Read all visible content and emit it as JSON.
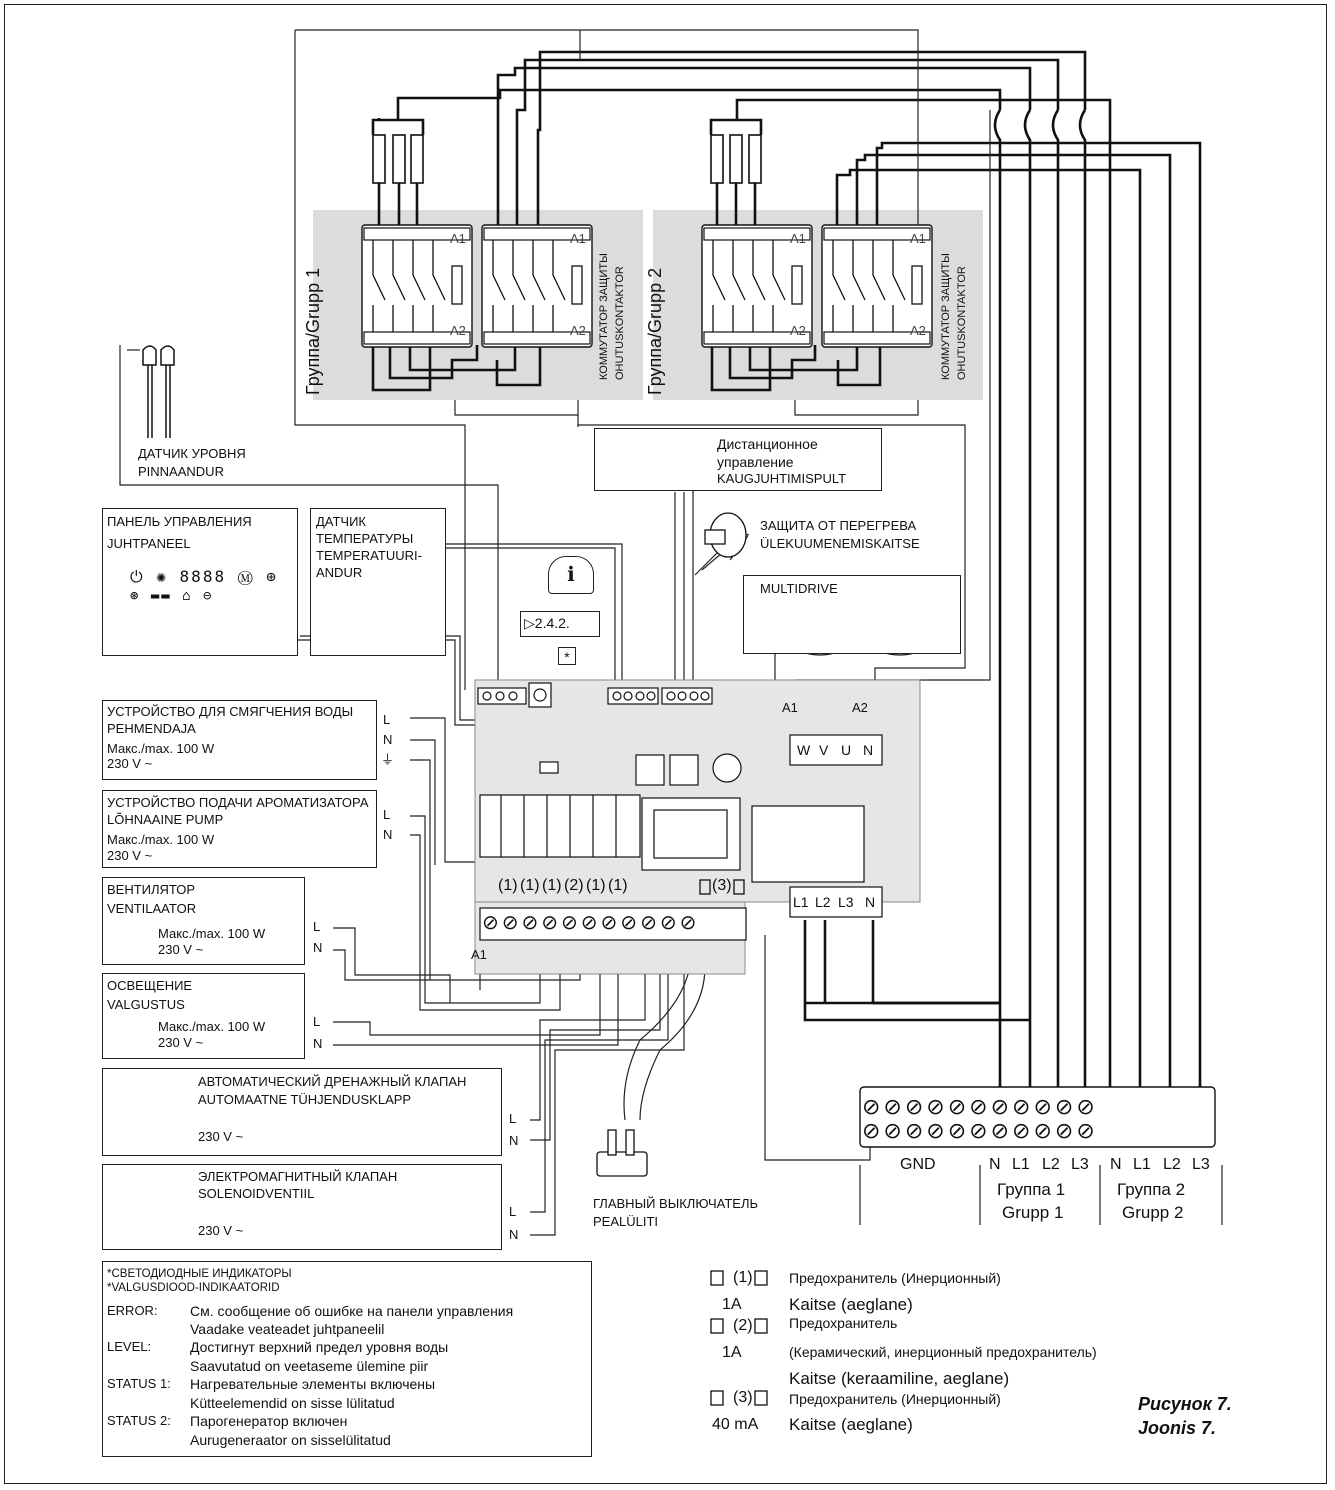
{
  "group1": {
    "label": "Группа/Grupp 1",
    "safety_label_1": "КОММУТАТОР ЗАЩИТЫ",
    "safety_label_2": "OHUTUSKONTAKTOR"
  },
  "group2": {
    "label": "Группа/Grupp 2",
    "safety_label_1": "КОММУТАТОР ЗАЩИТЫ",
    "safety_label_2": "OHUTUSKONTAKTOR"
  },
  "contactor_terminals": {
    "a1": "A1",
    "a2": "A2"
  },
  "level_sensor": {
    "label_ru": "ДАТЧИК УРОВНЯ",
    "label_et": "PINNAANDUR"
  },
  "remote_control": {
    "line1": "Дистанционное",
    "line2": "управление",
    "line3": "KAUGJUHTIMISPULT"
  },
  "overheat": {
    "label_ru": "ЗАЩИТА ОТ ПЕРЕГРЕВА",
    "label_et": "ÜLEKUUMENEMISKAITSE"
  },
  "control_panel": {
    "label_ru": "ПАНЕЛЬ УПРАВЛЕНИЯ",
    "label_et": "JUHTPANEEL"
  },
  "temp_sensor": {
    "line1": "ДАТЧИК",
    "line2": "ТЕМПЕРАТУРЫ",
    "line3": "TEMPERATUURI-",
    "line4": "ANDUR"
  },
  "manual_ref": "2.4.2.",
  "asterisk": "*",
  "multidrive": "MULTIDRIVE",
  "board": {
    "a1_top": "A1",
    "a2_top": "A2",
    "a1_bottom": "A1",
    "motor_terminals": [
      "W",
      "V",
      "U",
      "N"
    ],
    "supply_terminals": [
      "L1",
      "L2",
      "L3",
      "N"
    ]
  },
  "fuses_on_board": [
    "1",
    "1",
    "1",
    "2",
    "1",
    "1"
  ],
  "fuse3": "3",
  "softener": {
    "line1": "УСТРОЙСТВО ДЛЯ СМЯГЧЕНИЯ ВОДЫ",
    "line2": "PEHMENDAJA",
    "line3": "Макс./max. 100 W",
    "line4": "230 V ~",
    "terminals": [
      "L",
      "N",
      "⏚"
    ]
  },
  "aroma": {
    "line1": "УСТРОЙСТВО ПОДАЧИ АРОМАТИЗАТОРА",
    "line2": "LÕHNAAINE PUMP",
    "line3": "Макс./max. 100 W",
    "line4": "230 V ~",
    "terminals": [
      "L",
      "N"
    ]
  },
  "fan": {
    "line1": "ВЕНТИЛЯТОР",
    "line2": "VENTILAATOR",
    "line3": "Макс./max. 100 W",
    "line4": "230 V ~",
    "terminals": [
      "L",
      "N"
    ]
  },
  "lighting": {
    "line1": "ОСВЕЩЕНИЕ",
    "line2": "VALGUSTUS",
    "line3": "Макс./max. 100 W",
    "line4": "230 V ~",
    "terminals": [
      "L",
      "N"
    ]
  },
  "drain_valve": {
    "line1": "АВТОМАТИЧЕСКИЙ ДРЕНАЖНЫЙ КЛАПАН",
    "line2": "AUTOMAATNE TÜHJENDUSKLAPP",
    "line3": "230 V ~",
    "terminals": [
      "L",
      "N"
    ]
  },
  "solenoid": {
    "line1": "ЭЛЕКТРОМАГНИТНЫЙ КЛАПАН",
    "line2": "SOLENOIDVENTIIL",
    "line3": "230 V ~",
    "terminals": [
      "L",
      "N"
    ]
  },
  "main_switch": {
    "label_ru": "ГЛАВНЫЙ ВЫКЛЮЧАТЕЛЬ",
    "label_et": "PEALÜLITI"
  },
  "terminal_strip": {
    "gnd": "GND",
    "group1_terms": [
      "N",
      "L1",
      "L2",
      "L3"
    ],
    "group2_terms": [
      "N",
      "L1",
      "L2",
      "L3"
    ],
    "group1_ru": "Группа 1",
    "group1_et": "Grupp 1",
    "group2_ru": "Группа 2",
    "group2_et": "Grupp 2"
  },
  "led_legend": {
    "title_ru": "*СВЕТОДИОДНЫЕ ИНДИКАТОРЫ",
    "title_et": "*VALGUSDIOOD-INDIKAATORID",
    "rows": [
      {
        "key": "ERROR:",
        "ru": "См. сообщение об ошибке на панели управления",
        "et": "Vaadake veateadet juhtpaneelil"
      },
      {
        "key": "LEVEL:",
        "ru": "Достигнут верхний предел уровня воды",
        "et": "Saavutatud on veetaseme ülemine piir"
      },
      {
        "key": "STATUS 1:",
        "ru": "Нагревательные элементы включены",
        "et": "Kütteelemendid on sisse lülitatud"
      },
      {
        "key": "STATUS 2:",
        "ru": "Парогенератор включен",
        "et": "Aurugeneraator on sisselülitatud"
      }
    ]
  },
  "fuse_legend": [
    {
      "num": "1",
      "rating": "1A",
      "ru": "Предохранитель (Инерционный)",
      "et": "Kaitse (aeglane)"
    },
    {
      "num": "2",
      "rating": "1A",
      "ru": "Предохранитель",
      "ru2": "(Керамический, инерционный предохранитель)",
      "et": "Kaitse (keraamiline, aeglane)"
    },
    {
      "num": "3",
      "rating": "40 mA",
      "ru": "Предохранитель (Инерционный)",
      "et": "Kaitse (aeglane)"
    }
  ],
  "figure": {
    "ru": "Рисунок 7.",
    "et": "Joonis 7."
  }
}
